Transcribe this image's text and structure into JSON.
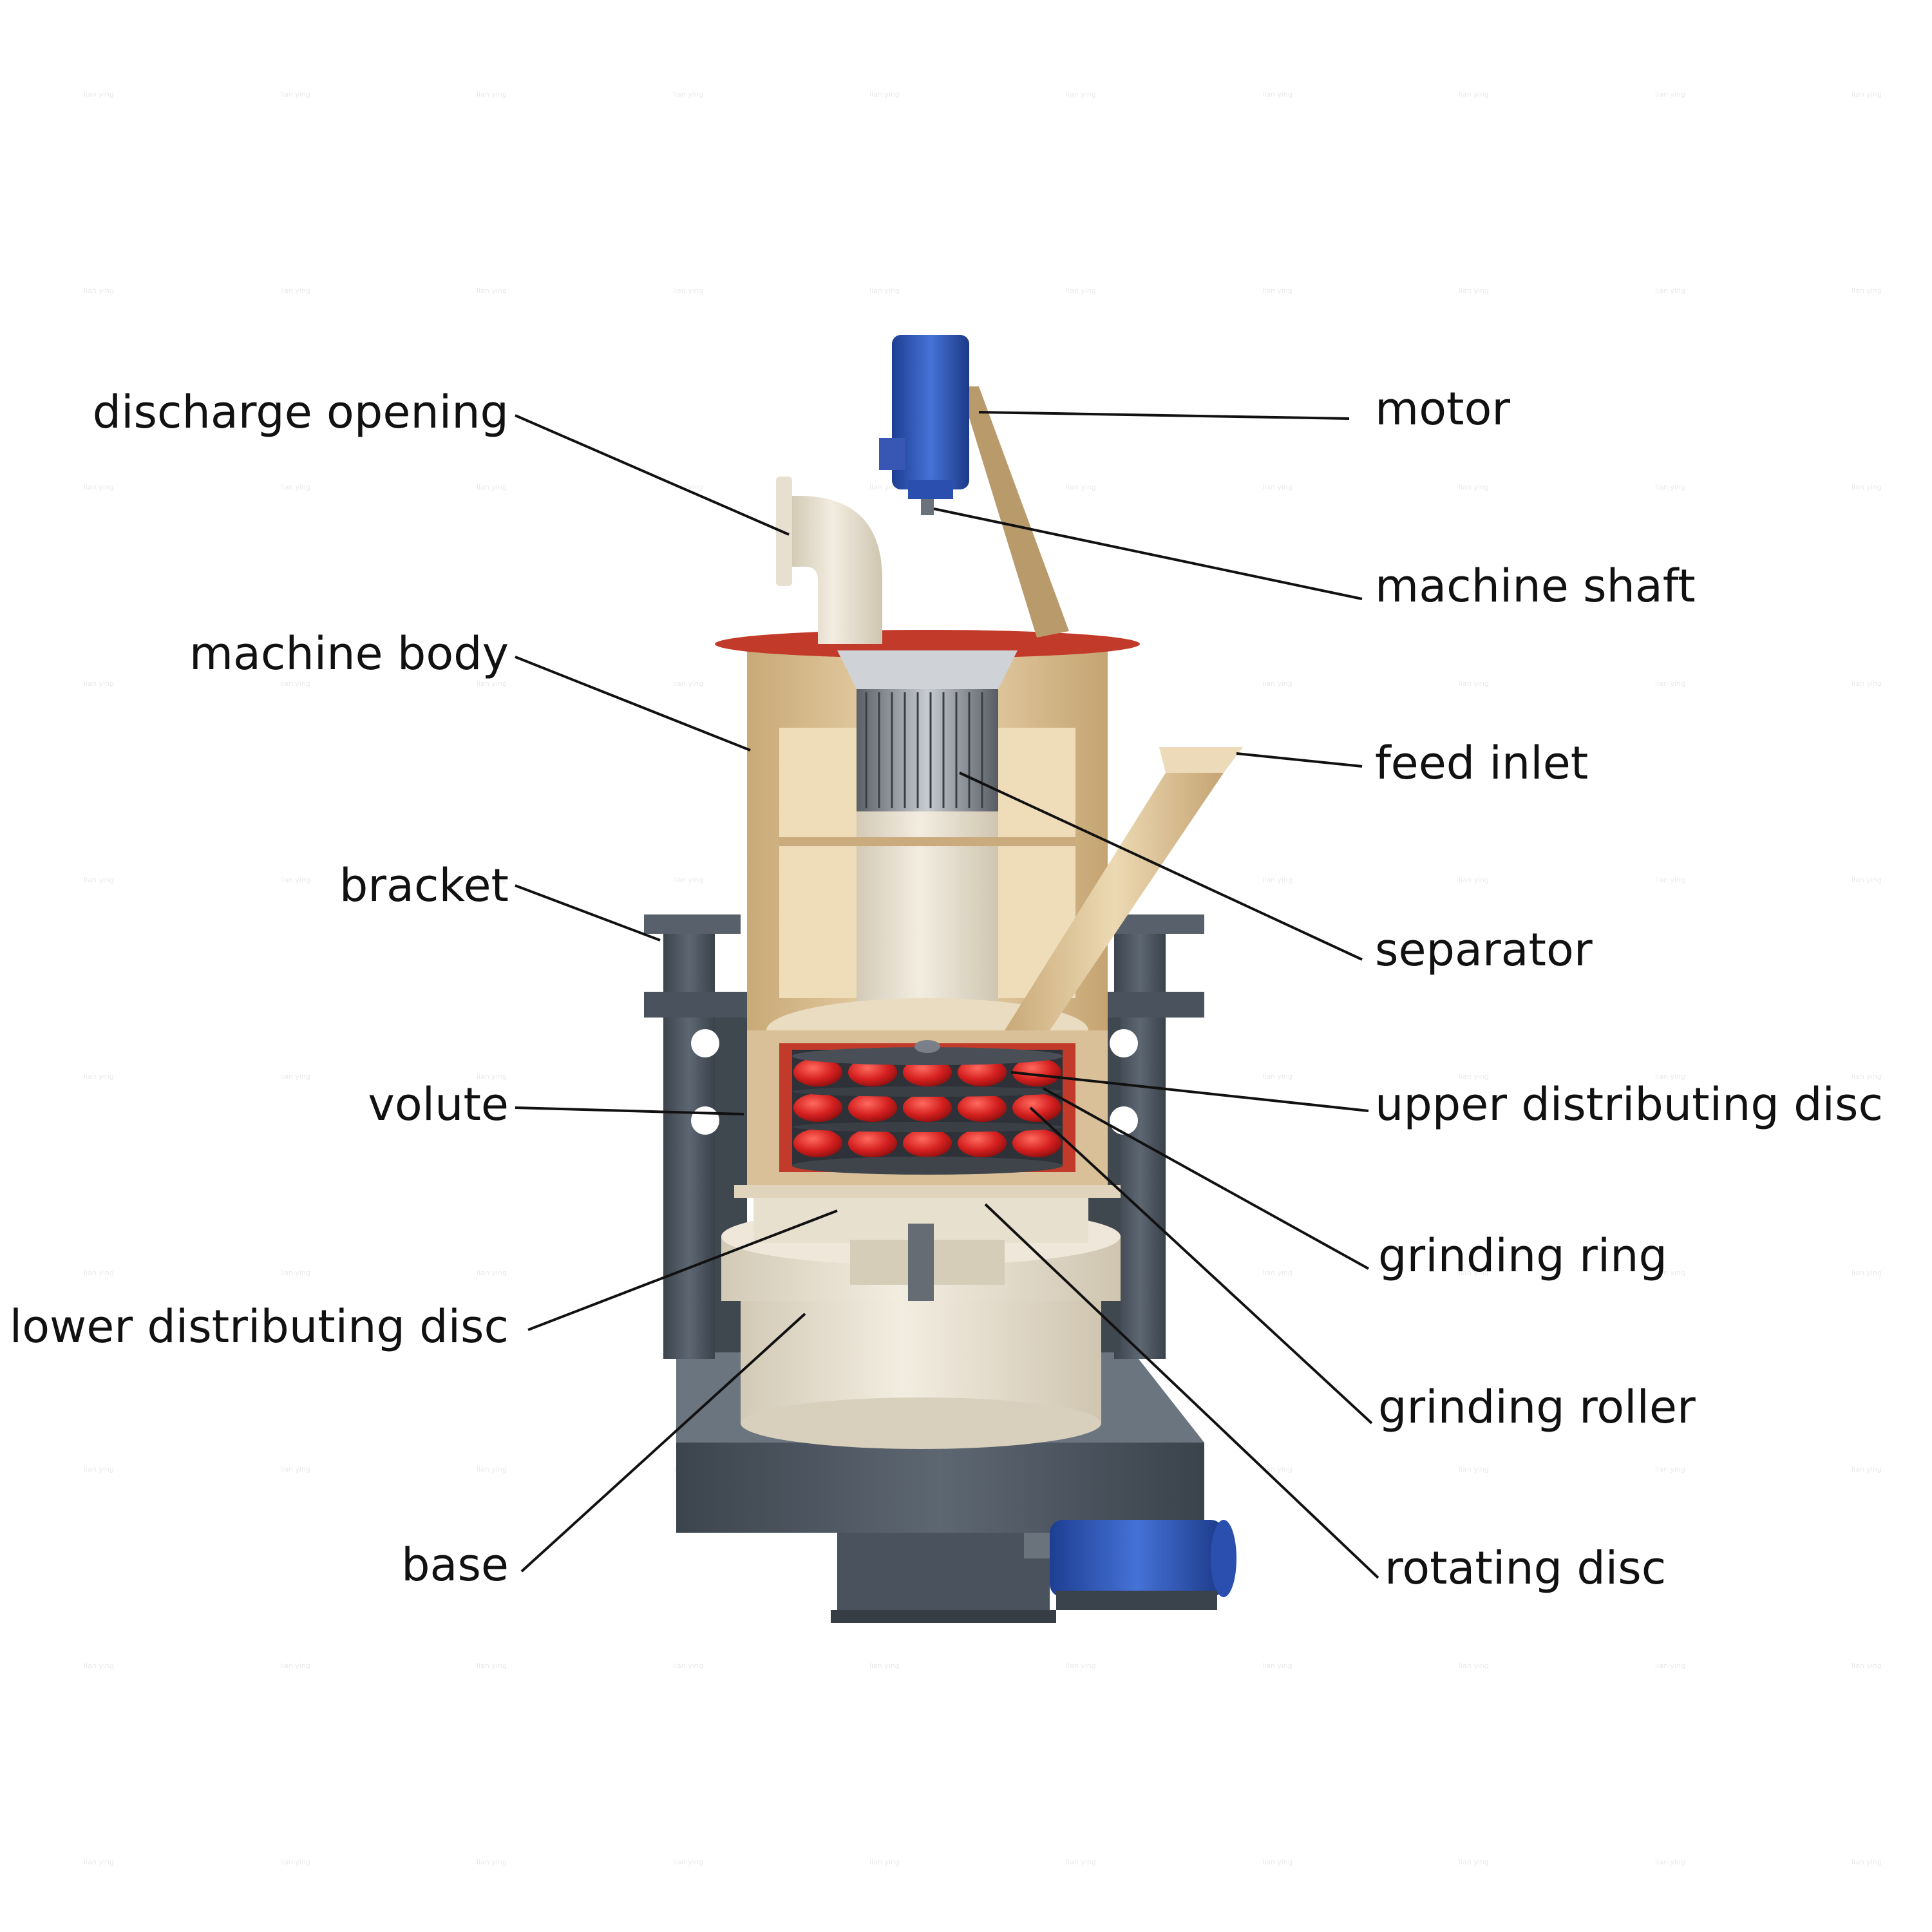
{
  "watermark": "lian ying",
  "labels": {
    "discharge_opening": "discharge opening",
    "machine_body": "machine body",
    "bracket": "bracket",
    "volute": "volute",
    "lower_distributing_disc": "lower distributing disc",
    "base": "base",
    "motor": "motor",
    "machine_shaft": "machine shaft",
    "feed_inlet": "feed inlet",
    "separator": "separator",
    "upper_distributing_disc": "upper distributing disc",
    "grinding_ring": "grinding ring",
    "grinding_roller": "grinding roller",
    "rotating_disc": "rotating disc"
  },
  "colors": {
    "steel": "#4e5863",
    "body": "#e6cfa6",
    "cream": "#ece4d4",
    "flange": "#c23a2a",
    "roller": "#d41f1f",
    "motor": "#2f56b8"
  }
}
